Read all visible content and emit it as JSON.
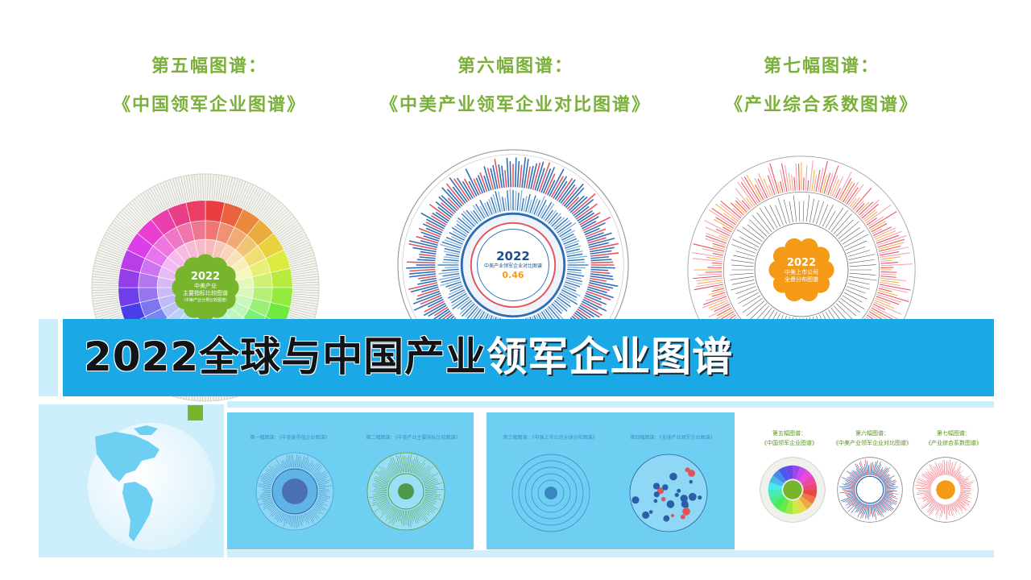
{
  "colors": {
    "title_green": "#7ab03a",
    "banner_blue": "#1aa8e6",
    "banner_dark_text": "#101418",
    "banner_white_text": "#ffffff",
    "panel_blue": "#6ecff2",
    "light_blue": "#cdeefb",
    "accent_green": "#77b52c",
    "orange": "#f59a16",
    "red": "#e8505b",
    "navy": "#1c4f8c"
  },
  "charts": [
    {
      "title_line1": "第五幅图谱：",
      "title_line2": "《中国领军企业图谱》",
      "center_year": "2022",
      "center_lines": [
        "中美产业",
        "主要指标比较图谱",
        "（中美产业分类比较图谱）"
      ],
      "center_value": ""
    },
    {
      "title_line1": "第六幅图谱：",
      "title_line2": "《中美产业领军企业对比图谱》",
      "center_year": "2022",
      "center_lines": [
        "中美产业领军企业对比图谱"
      ],
      "center_value": "0.46"
    },
    {
      "title_line1": "第七幅图谱：",
      "title_line2": "《产业综合系数图谱》",
      "center_year": "2022",
      "center_lines": [
        "中美上市公司",
        "全景分布图谱"
      ],
      "center_value": ""
    }
  ],
  "banner": {
    "dark_part": "2022全球与中国产业",
    "white_part": "领军企业图谱"
  },
  "thumbnails": {
    "panel1": [
      "第一幅图谱：《中美高市值企业图谱》",
      "第二幅图谱：《中美产业主要指标比较图谱》"
    ],
    "panel2": [
      "第三幅图谱：《中国上市公司全球分布图谱》",
      "第四幅图谱：《全球产业领军企业图谱》"
    ],
    "panel3": [
      [
        "第五幅图谱：",
        "《中国领军企业图谱》"
      ],
      [
        "第六幅图谱：",
        "《中美产业领军企业对比图谱》"
      ],
      [
        "第七幅图谱：",
        "《产业综合系数图谱》"
      ]
    ]
  },
  "icons": {
    "globe": "globe-icon"
  }
}
